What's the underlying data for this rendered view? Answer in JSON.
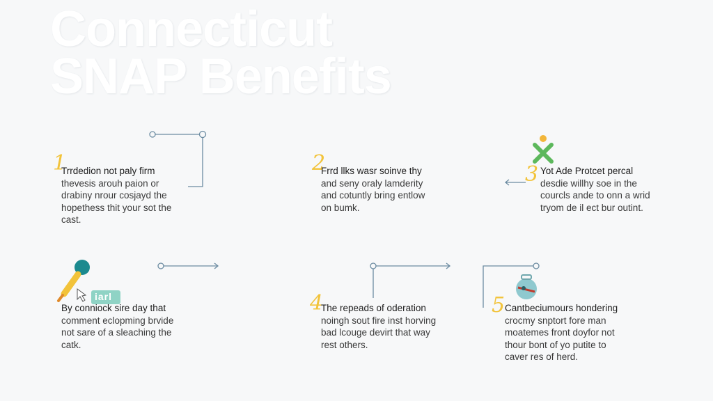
{
  "title": {
    "line1": "Connecticut",
    "line2": "SNAP Benefits"
  },
  "steps": [
    {
      "number": "1",
      "lines": [
        "Trrdedion not paly firm",
        "thevesis arouh paion or",
        "drabiny nrour cosjayd the",
        "hopethess thit your sot the",
        "cast."
      ]
    },
    {
      "number": "2",
      "lines": [
        "Frrd llks wasr soinve thy",
        "and seny oraly lamderity",
        "and cotuntly bring entlow",
        "on bumk."
      ]
    },
    {
      "number": "3",
      "lines": [
        "Yot Ade Protcet percal",
        "desdie willhy soe in the",
        "courcls ande to onn a wrid",
        "tryom de il ect bur outint."
      ]
    },
    {
      "number": "",
      "lines": [
        "By conniock sire day that",
        "comment eclopming brvide",
        "not sare of a sleaching the",
        "catk."
      ]
    },
    {
      "number": "4",
      "lines": [
        "The repeads of oderation",
        "noingh sout fire inst horving",
        "bad lcouge devirt that way",
        "rest others."
      ]
    },
    {
      "number": "5",
      "lines": [
        "Cantbeciumours hondering",
        "crocmy snptort fore man",
        "moatemes front doyfor not",
        "thour bont of yo putite to",
        "caver res of herd."
      ]
    }
  ],
  "badge_text": "iarl",
  "colors": {
    "accent": "#f2c33a",
    "teal": "#1b8a8f",
    "green": "#5cb85c",
    "connector": "#6b8ba1"
  }
}
